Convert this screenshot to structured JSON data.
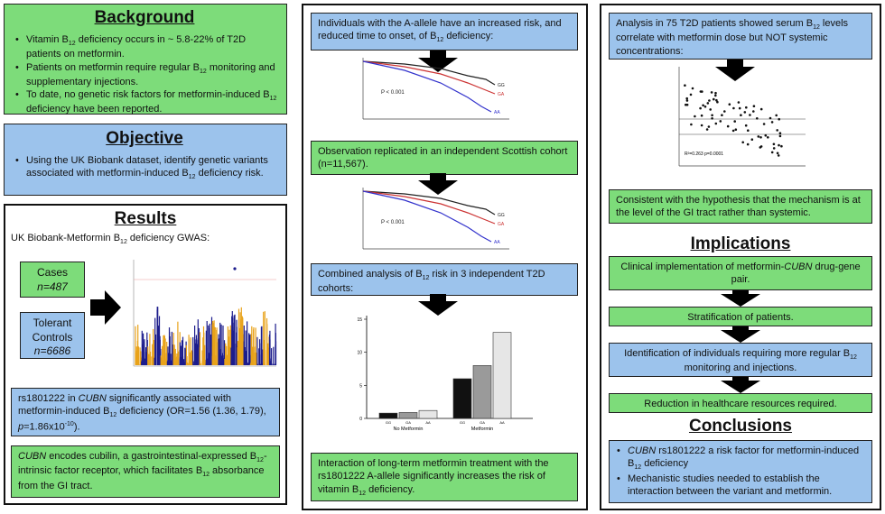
{
  "background": {
    "heading": "Background",
    "bullets": [
      "Vitamin B12 deficiency occurs in ~ 5.8-22% of T2D patients on metformin.",
      "Patients on metformin require regular B12 monitoring and supplementary injections.",
      "To date, no genetic risk factors for metformin-induced B12 deficiency have been reported."
    ]
  },
  "objective": {
    "heading": "Objective",
    "bullets": [
      "Using the UK Biobank dataset, identify genetic variants associated with metformin-induced B12 deficiency risk."
    ]
  },
  "results": {
    "heading": "Results",
    "subtitle": "UK Biobank-Metformin B12 deficiency GWAS:",
    "cases_label": "Cases",
    "cases_n": "n=487",
    "controls_label": "Tolerant Controls",
    "controls_n": "n=6686",
    "finding": "rs1801222 in CUBN significantly associated with metformin-induced B12 deficiency (OR=1.56 (1.36, 1.79), p=1.86x10-10).",
    "cubn": "CUBN encodes cubilin, a gastrointestinal-expressed B12-intrinsic factor receptor, which facilitates B12 absorbance from the GI tract."
  },
  "middle": {
    "box1": "Individuals with the A-allele have an increased risk, and reduced time to onset, of B12 deficiency:",
    "box2": "Observation replicated in an independent Scottish cohort (n=11,567).",
    "box3": "Combined analysis of B12 risk in 3 independent T2D cohorts:",
    "box4": "Interaction of long-term metformin treatment with the rs1801222 A-allele significantly increases the risk of vitamin B12 deficiency.",
    "km1_p": "P < 0.001",
    "km2_p": "P < 0.001",
    "km_labels": [
      "GG",
      "GA",
      "AA"
    ],
    "bar_groups": [
      "No Metformin",
      "Metformin"
    ]
  },
  "right": {
    "box1": "Analysis in 75 T2D patients showed serum B12 levels correlate with metformin dose but NOT systemic concentrations:",
    "scatter_stats": "R²=0.263 p=0.0001",
    "box2": "Consistent with the hypothesis that the mechanism is at the level of the GI tract rather than systemic.",
    "implications_heading": "Implications",
    "imp1": "Clinical implementation of metformin-CUBN drug-gene pair.",
    "imp2": "Stratification of patients.",
    "imp3": "Identification of individuals requiring more regular B12 monitoring and injections.",
    "imp4": "Reduction in healthcare resources required.",
    "conclusions_heading": "Conclusions",
    "conclusions": [
      "CUBN rs1801222 a risk factor for metformin-induced B12 deficiency",
      "Mechanistic studies needed to establish the interaction between the variant and metformin."
    ]
  },
  "chart_data": [
    {
      "type": "bar",
      "categories": [
        "No Metformin",
        "Metformin"
      ],
      "series": [
        {
          "name": "GG",
          "values": [
            0.8,
            6
          ]
        },
        {
          "name": "GA",
          "values": [
            0.9,
            8
          ]
        },
        {
          "name": "AA",
          "values": [
            1.2,
            13
          ]
        }
      ],
      "ylim": [
        0,
        15
      ]
    }
  ]
}
